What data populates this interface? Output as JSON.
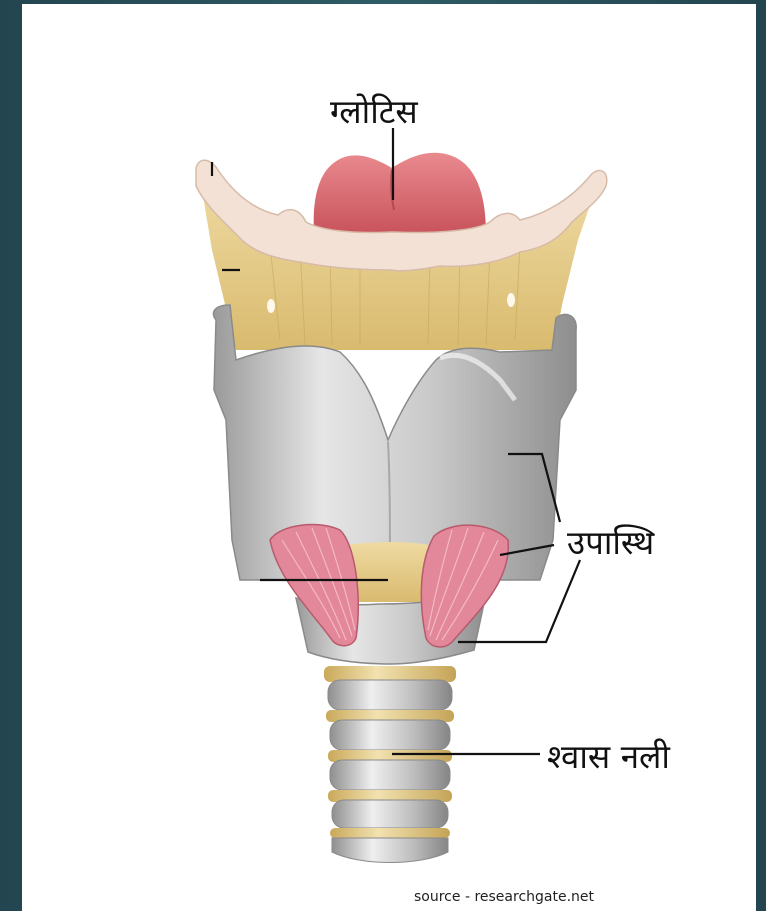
{
  "labels": {
    "glottis": "ग्लोटिस",
    "cartilage": "उपास्थि",
    "trachea": "श्वास नली"
  },
  "source": "source  -  researchgate.net",
  "colors": {
    "background": "#2b5560",
    "panel": "#ffffff",
    "epiglottis": "#d9646c",
    "hyoid": "#f1ddd2",
    "membrane": "#e6cd8e",
    "cartilage": "#c6c6c6",
    "muscle": "#e2889a",
    "trachea_ring": "#bcbcbc",
    "trachea_band": "#e3cf93"
  }
}
